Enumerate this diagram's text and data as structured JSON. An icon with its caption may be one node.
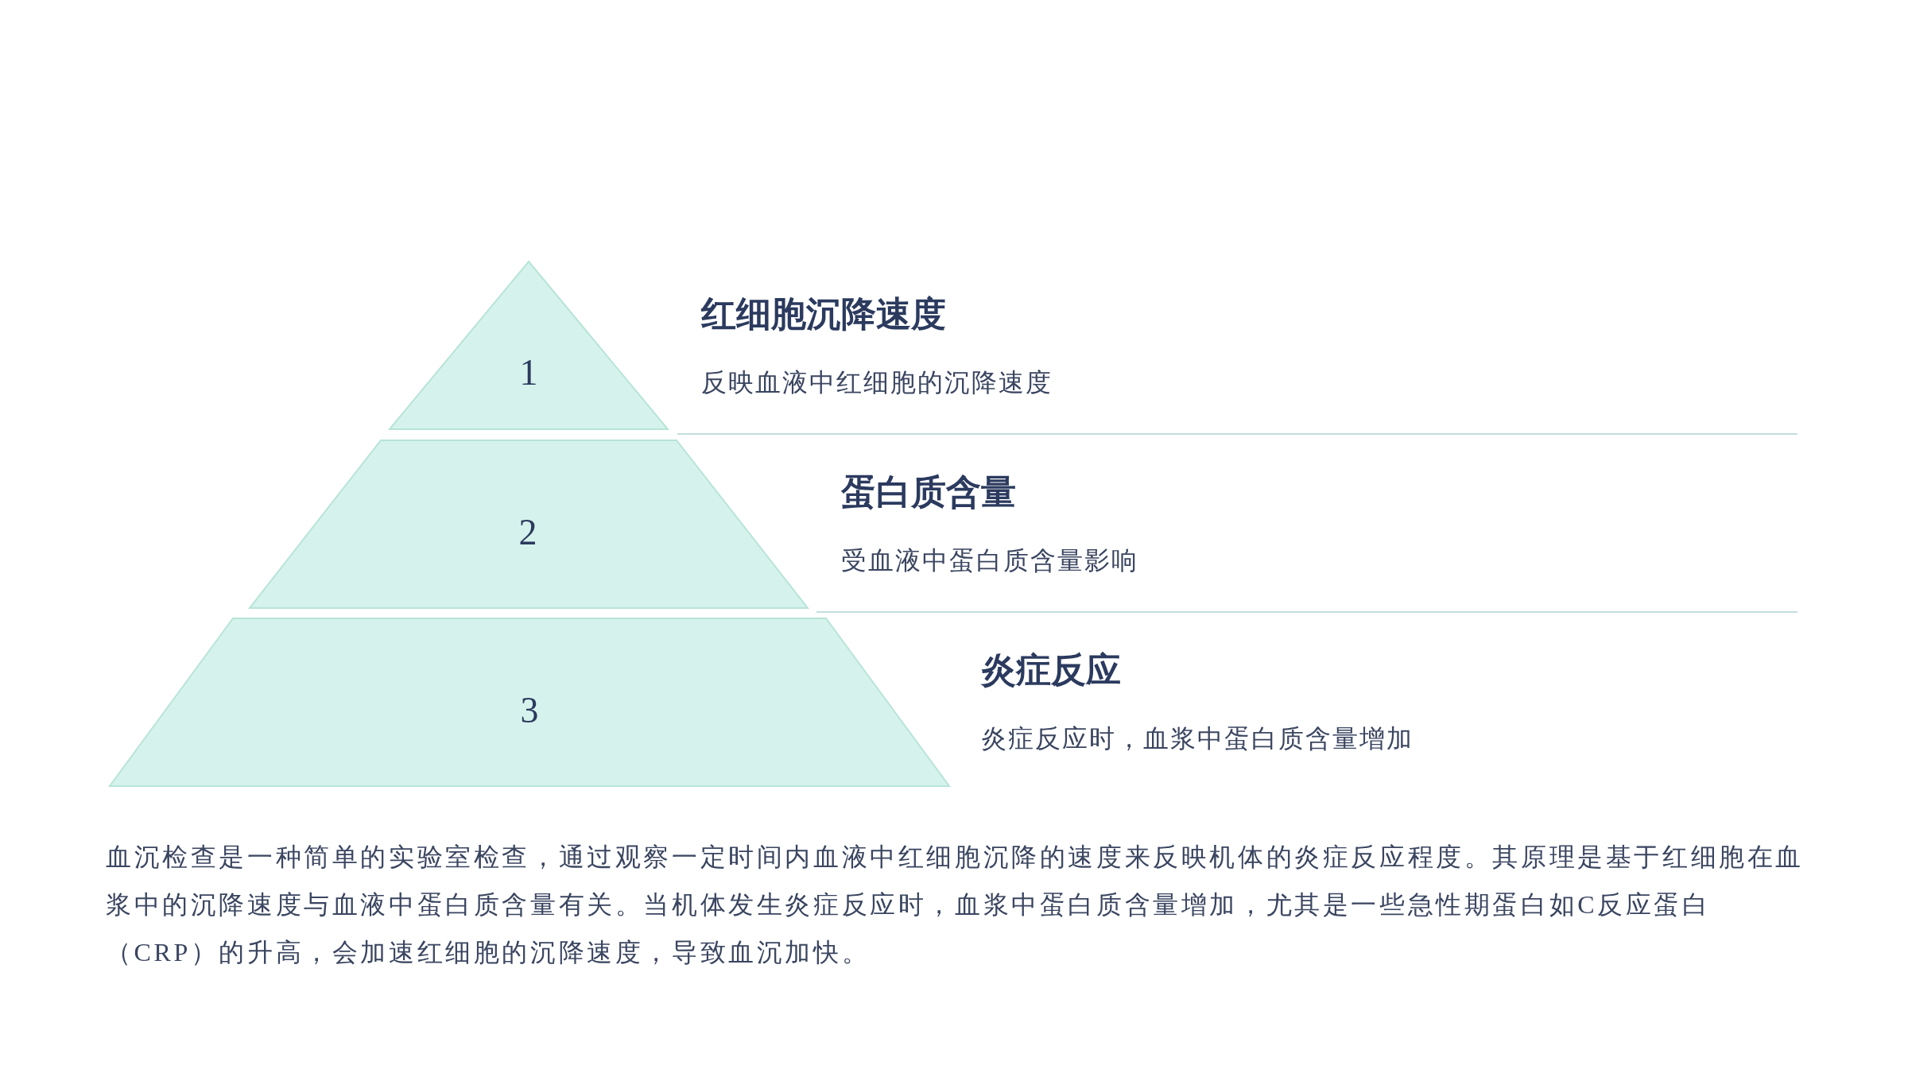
{
  "diagram": {
    "nodes": [
      {
        "text": [
          "1"
        ],
        "beside": [
          "红细胞沉降速度",
          "反映血液中红细胞的沉降速度"
        ]
      },
      {
        "text": [
          "2"
        ],
        "beside": [
          "蛋白质含量",
          "受血液中蛋白质含量影响"
        ]
      },
      {
        "text": [
          "3"
        ],
        "beside": [
          "炎症反应",
          "炎症反应时，血浆中蛋白质含量增加"
        ]
      }
    ],
    "labels": [
      "血沉检查是一种简单的实验室检查，通过观察一定时间内血液中红细胞沉降的速度来反映机体的炎症反应程度。其原理是基于红细胞在血浆中的沉降速度与血液中蛋白质含量有关。当机体发生炎症反应时，血浆中蛋白质含量增加，尤其是一些急性期蛋白如C反应蛋白（CRP）的升高，会加速红细胞的沉降速度，导致血沉加快。"
    ]
  }
}
